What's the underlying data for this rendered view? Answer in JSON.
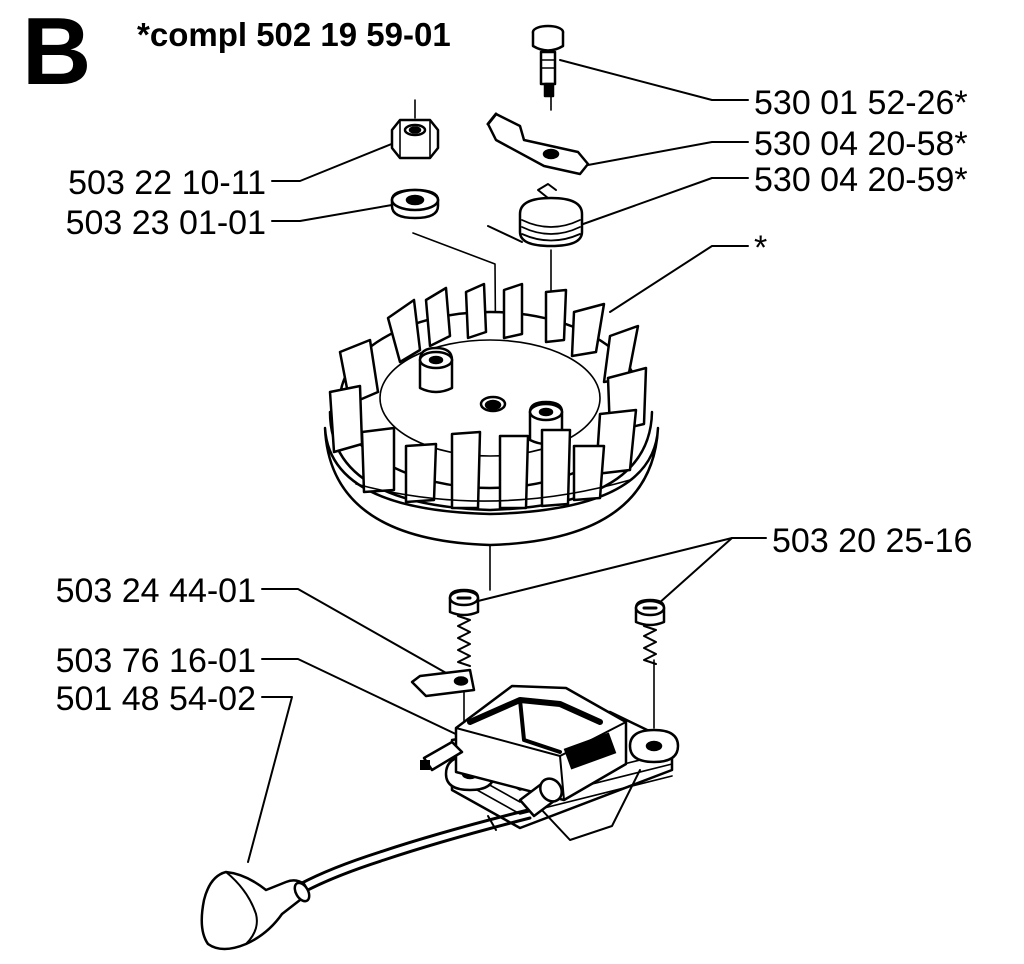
{
  "section": {
    "letter": "B",
    "note": "*compl 502 19 59-01"
  },
  "labels": {
    "pin": "530 01 52-26*",
    "pawl": "530 04 20-58*",
    "spring": "530 04 20-59*",
    "flywheel": "*",
    "nut": "503 22 10-11",
    "washer": "503 23 01-01",
    "coil_screws": "503 20 25-16",
    "terminal": "503 24 44-01",
    "ignition_module": "503 76 16-01",
    "spark_plug_cap": "501 48 54-02"
  }
}
